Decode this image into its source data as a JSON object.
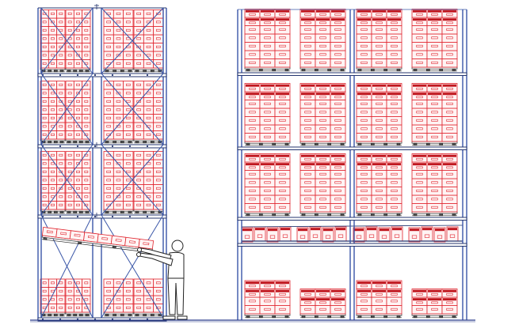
{
  "colors": {
    "rack": "#3a56a8",
    "rack_dark": "#24356e",
    "box": "#e0242d",
    "box_fill": "#fff4f4",
    "pallet": "#2b2b2b",
    "figure": "#222222",
    "ground": "#2c3f8c",
    "label_band": "#c0161e"
  },
  "icons": {
    "person": "person-reaching-icon",
    "box": "carton-box-icon",
    "pallet": "pallet-icon"
  },
  "side_view": {
    "levels": 4,
    "bays": 2,
    "bracing": "diagonal-cross"
  },
  "front_view": {
    "bays": 4,
    "pallet_levels": 4,
    "carton_flow_levels": 1
  }
}
